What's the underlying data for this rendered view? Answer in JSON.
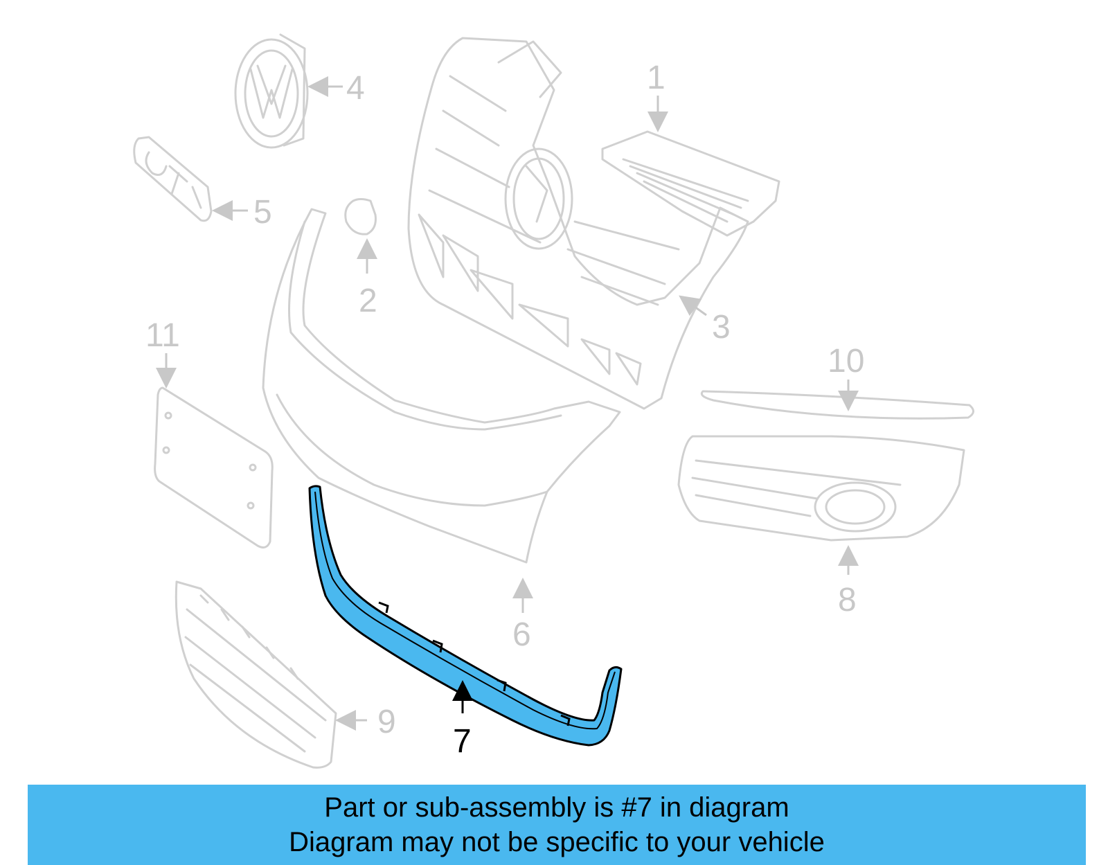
{
  "callouts": [
    {
      "id": "1",
      "label": "1"
    },
    {
      "id": "2",
      "label": "2"
    },
    {
      "id": "3",
      "label": "3"
    },
    {
      "id": "4",
      "label": "4"
    },
    {
      "id": "5",
      "label": "5"
    },
    {
      "id": "6",
      "label": "6"
    },
    {
      "id": "7",
      "label": "7"
    },
    {
      "id": "8",
      "label": "8"
    },
    {
      "id": "9",
      "label": "9"
    },
    {
      "id": "10",
      "label": "10"
    },
    {
      "id": "11",
      "label": "11"
    }
  ],
  "highlighted_part": "7",
  "colors": {
    "highlight": "#4ab8ef",
    "part_outline": "#d0d0d0",
    "callout_text": "#c8c8c8"
  },
  "banner": {
    "line1": "Part or sub-assembly is #7 in diagram",
    "line2": "Diagram may not be specific to your vehicle"
  }
}
